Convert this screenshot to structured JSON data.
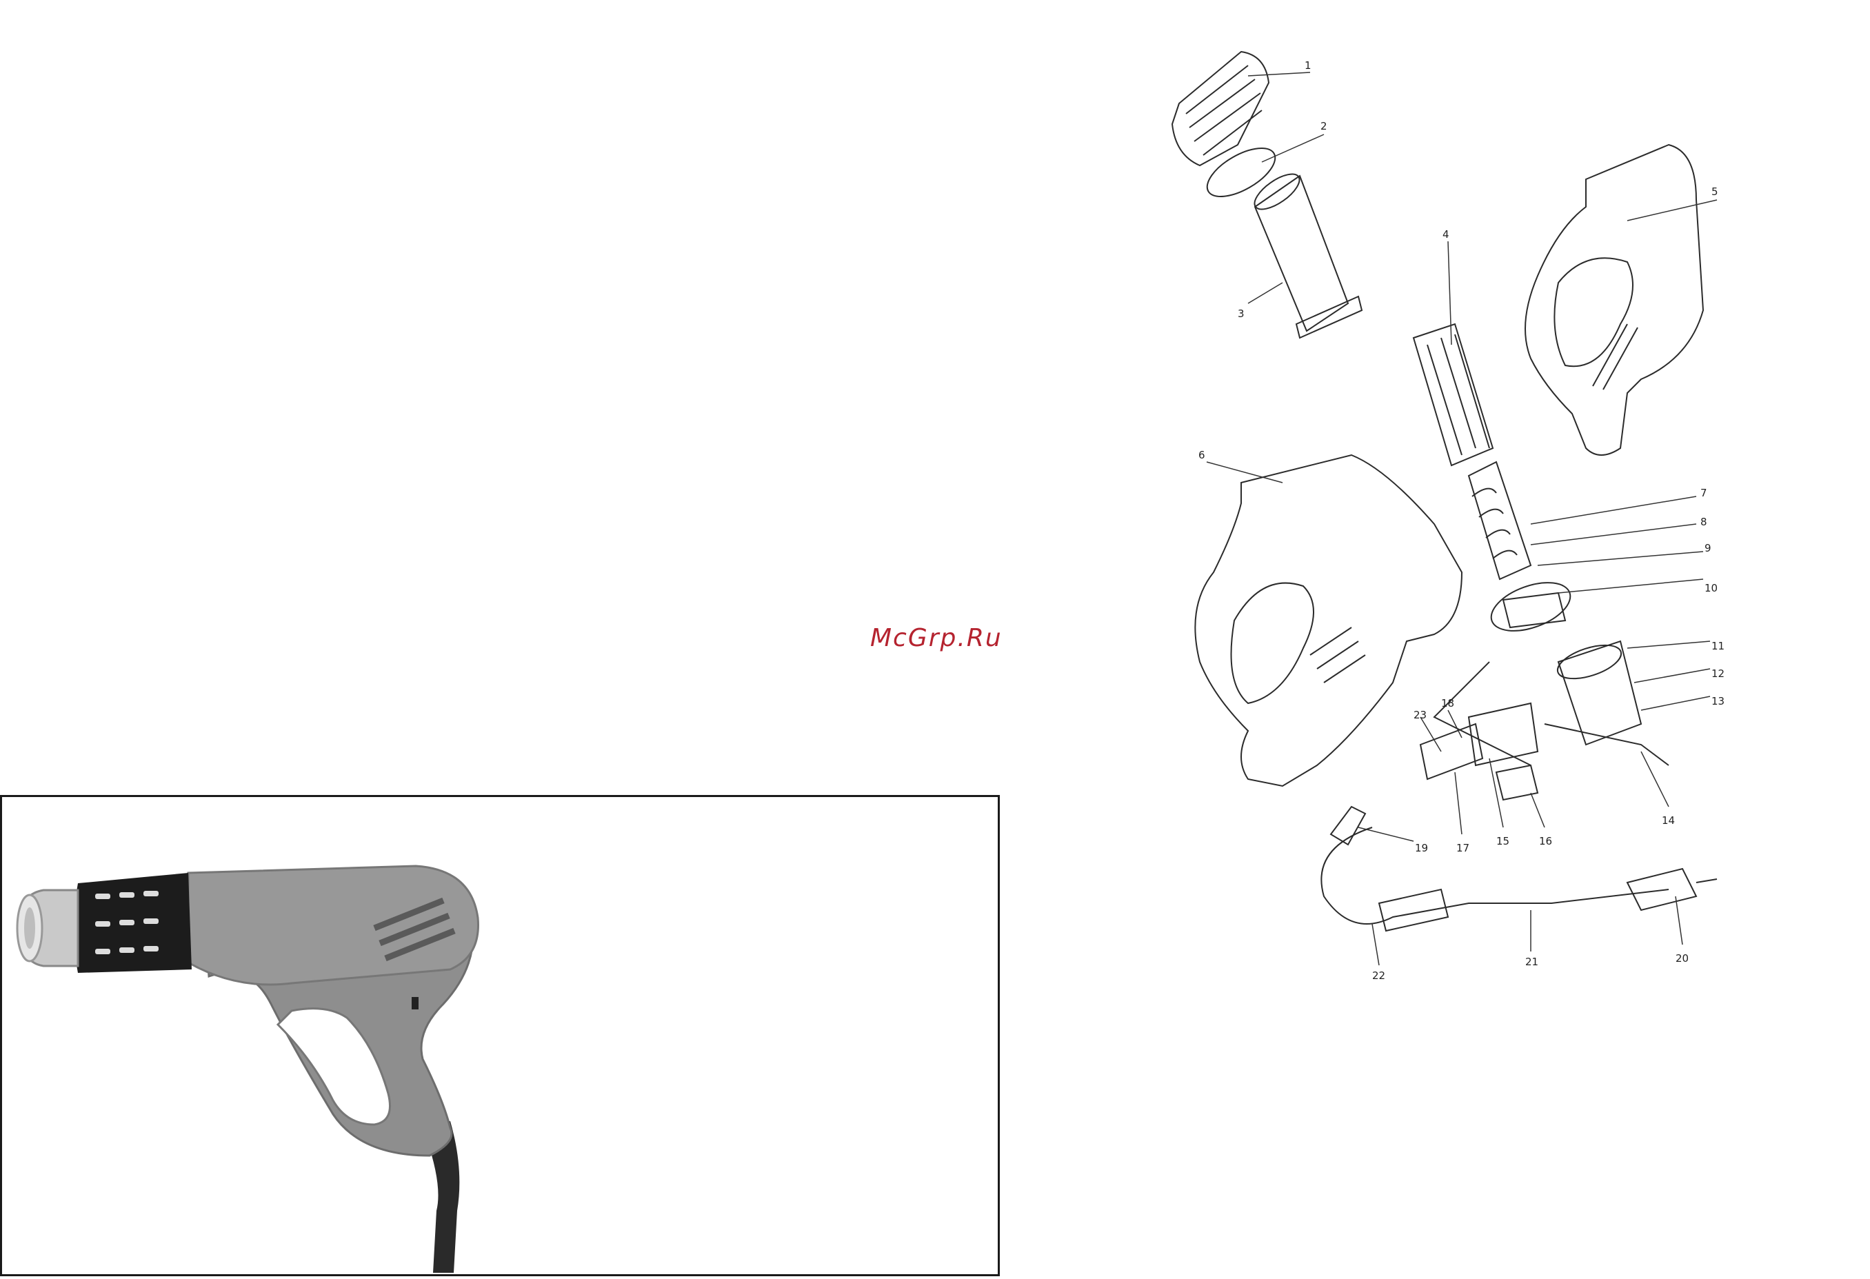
{
  "watermark": {
    "text": "McGrp.Ru"
  },
  "product_photo": {
    "subject": "heat-gun",
    "body_color": "#8c8c8c",
    "nozzle_color": "#1c1c1c"
  },
  "exploded_diagram": {
    "part_labels": [
      "1",
      "2",
      "3",
      "4",
      "5",
      "6",
      "7",
      "8",
      "9",
      "10",
      "11",
      "12",
      "13",
      "14",
      "15",
      "16",
      "17",
      "18",
      "19",
      "20",
      "21",
      "22",
      "23"
    ]
  }
}
